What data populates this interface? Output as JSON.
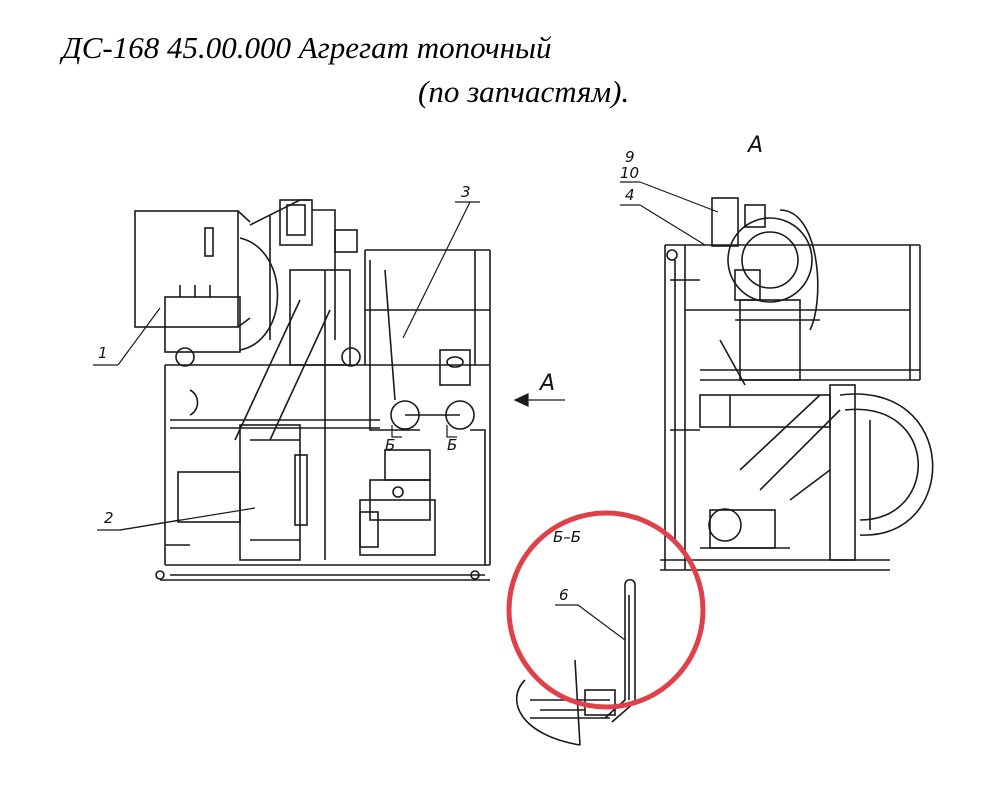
{
  "title": {
    "line1": "ДС-168 45.00.000 Агрегат топочный",
    "line2": "(по запчастям)."
  },
  "labels": {
    "callout_1": "1",
    "callout_2": "2",
    "callout_3": "3",
    "callout_4": "4",
    "callout_6": "6",
    "callout_9": "9",
    "callout_10": "10",
    "section_mark_left": "Б",
    "section_mark_right": "Б",
    "view_arrow": "А",
    "view_title": "А",
    "section_title": "Б–Б"
  },
  "colors": {
    "line": "#1a1a1a",
    "highlight_circle": "#e0404a"
  }
}
